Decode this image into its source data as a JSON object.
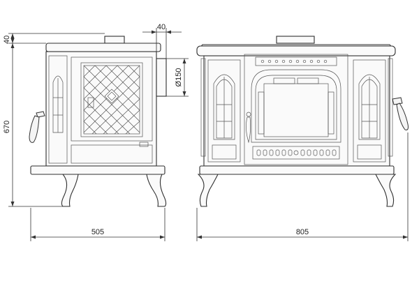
{
  "dimensions": {
    "top_offset": "40",
    "total_height": "670",
    "flue_offset": "40",
    "flue_diameter": "Ø150",
    "depth": "505",
    "width": "805"
  },
  "colors": {
    "line": "#333333",
    "background": "#ffffff"
  }
}
